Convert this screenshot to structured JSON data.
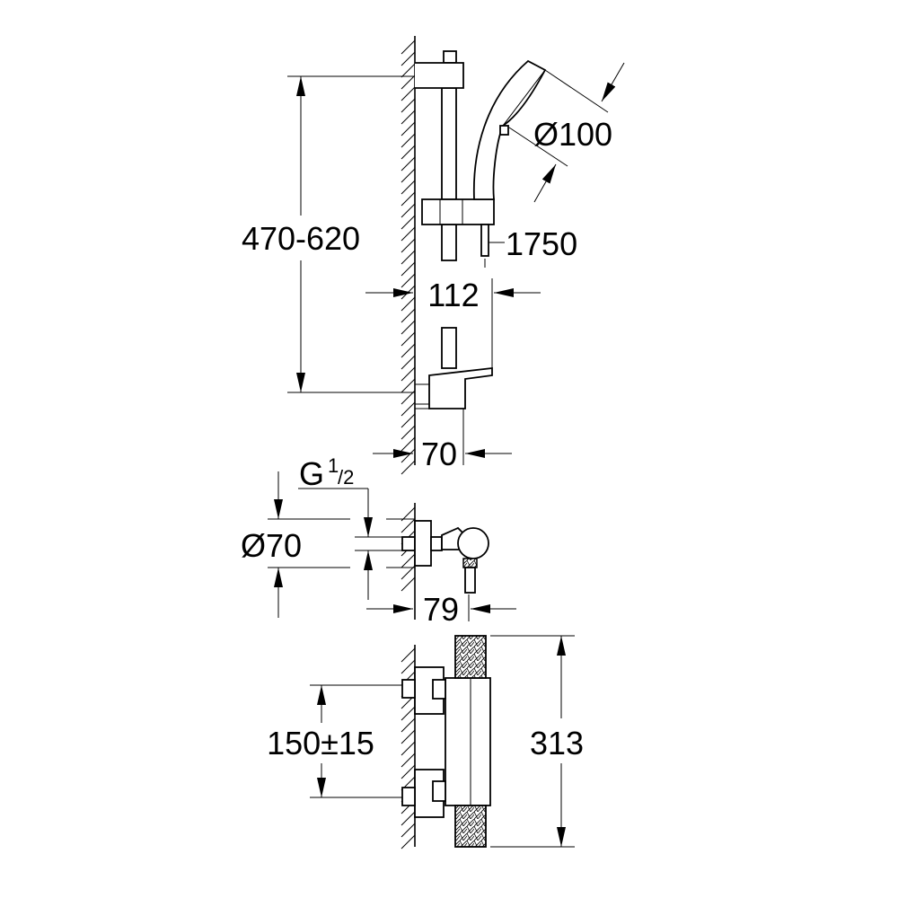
{
  "colors": {
    "line": "#000000",
    "background": "#ffffff"
  },
  "dimensions": {
    "rail_height": "470-620",
    "head_diameter": "Ø100",
    "hose_length": "1750",
    "holder_projection": "112",
    "rail_projection": "70",
    "thread_letter": "G",
    "thread_numerator": "1",
    "thread_denominator": "/2",
    "rosette_diameter": "Ø70",
    "mixer_projection": "79",
    "inlet_spacing": "150±15",
    "mixer_height": "313"
  }
}
